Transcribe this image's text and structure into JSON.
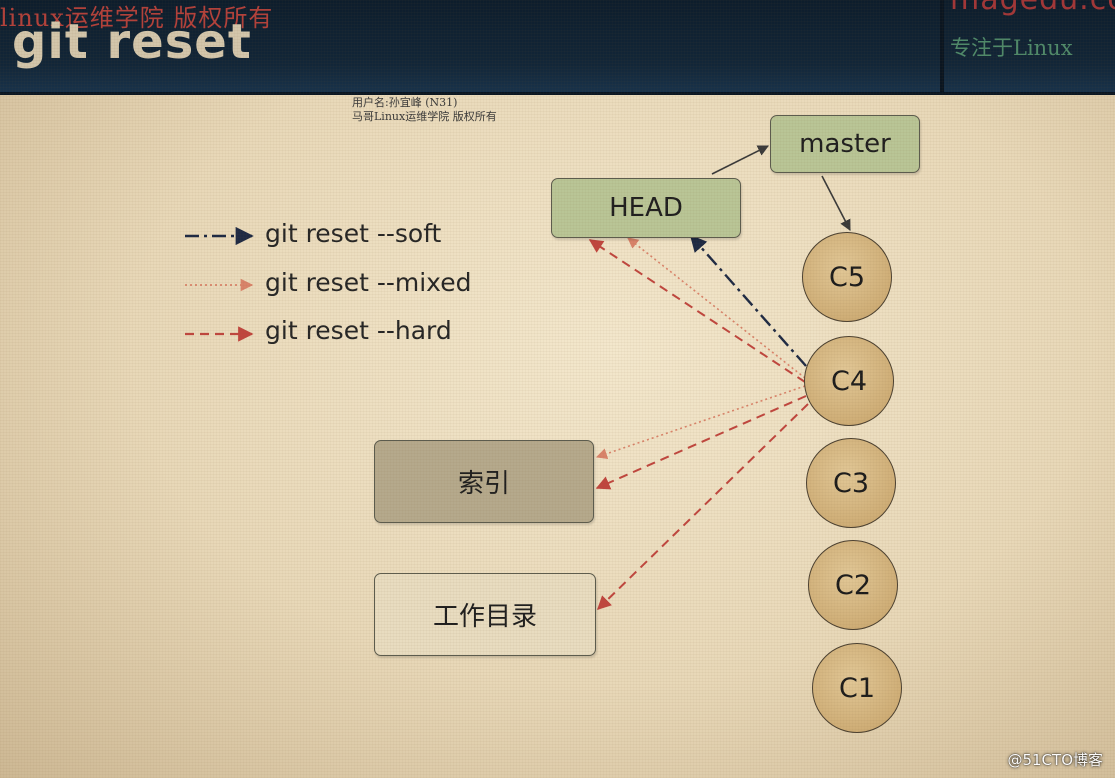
{
  "header": {
    "title": "git reset",
    "watermark_left": "linux运维学院  版权所有",
    "watermark_right": "magedu.co",
    "watermark_right_sub": "专注于Linux"
  },
  "watermark_center": {
    "line1": "用户名:孙宜峰 (N31)",
    "line2": "马哥Linux运维学院  版权所有"
  },
  "legend": [
    {
      "label": "git reset --soft",
      "style": "dash-dot",
      "color": "#1e2a44"
    },
    {
      "label": "git reset --mixed",
      "style": "dotted",
      "color": "#d9836a"
    },
    {
      "label": "git reset --hard",
      "style": "dashed",
      "color": "#c0463e"
    }
  ],
  "nodes": {
    "master": "master",
    "head": "HEAD",
    "index": "索引",
    "workdir": "工作目录"
  },
  "commits": [
    "C5",
    "C4",
    "C3",
    "C2",
    "C1"
  ],
  "colors": {
    "ref_box": "#b9c596",
    "index_box": "#b5a98c",
    "workdir_box": "#e8dcc0",
    "commit_fill": "#cfae77",
    "header_bg": "#122638"
  },
  "credit": "@51CTO博客"
}
